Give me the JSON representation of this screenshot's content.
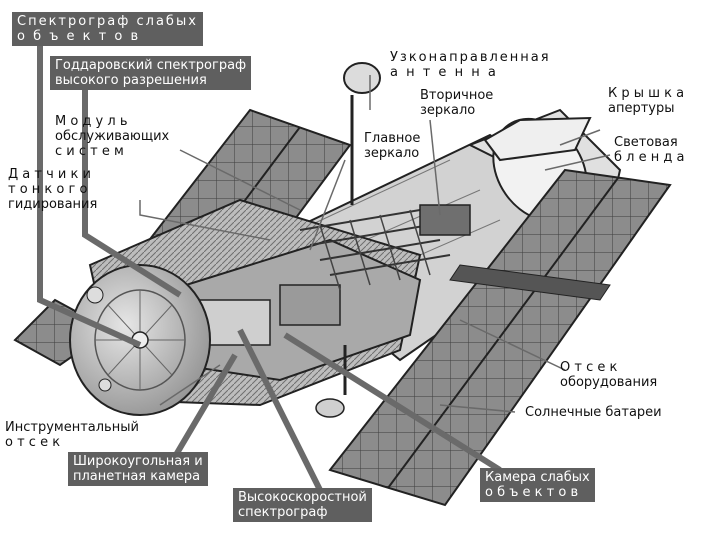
{
  "labels": {
    "spectrograph_faint_objects": "Спектрограф слабых\nо б ъ е к т о в",
    "goddard_spectrograph": "Годдаровский спектрограф\nвысокого разрешения",
    "service_module": "М о д у л ь\nобслуживающих\nс и с т е м",
    "fine_guidance_sensors": "Д а т ч и к и\nт о н к о г о\nгидирования",
    "high_gain_antenna": "Узконаправленная\nа н т е н н а",
    "secondary_mirror": "Вторичное\nзеркало",
    "aperture_door": "К р ы ш к а\nапертуры",
    "primary_mirror": "Главное\nзеркало",
    "light_shield": "Световая\nб л е н д а",
    "equipment_section": "О т с е к\nоборудования",
    "solar_arrays": "Солнечные батареи",
    "instrument_section": "Инструментальный\nо т с е к",
    "wide_field_camera": "Широкоугольная и\nпланетная камера",
    "high_speed_photometer": "Высокоскоростной\nспектрограф",
    "faint_object_camera": "Камера слабых\nо б ъ е к т о в"
  },
  "colors": {
    "label_box": "#5f5f5f",
    "ink": "#111111",
    "arrow": "#6a6a6a",
    "body_gray": "#c8c8c8",
    "panel_dark": "#7a7a7a"
  }
}
